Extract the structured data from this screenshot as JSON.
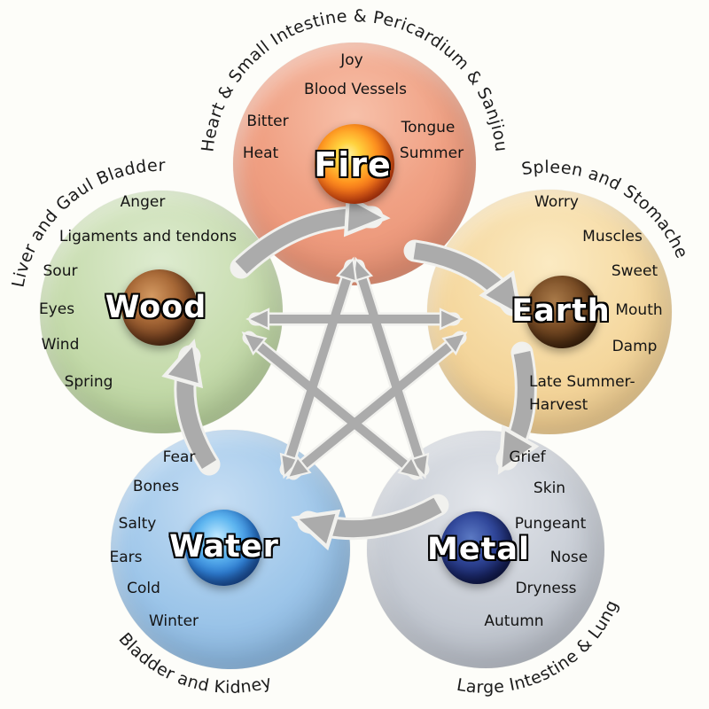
{
  "palette": {
    "fire_circle": "#ee9b80",
    "earth_circle": "#f4d79e",
    "metal_circle": "#c7ccd4",
    "water_circle": "#9cc4e9",
    "wood_circle": "#c5dbab",
    "arrow_gray": "#ababab",
    "text": "#1a1a1a",
    "background": "#fdfdf9"
  },
  "elements": {
    "fire": {
      "name": "Fire",
      "arc_label": "Heart & Small Intestine & Pericardium & Sanjiou",
      "attributes": [
        "Joy",
        "Blood Vessels",
        "Bitter",
        "Tongue",
        "Heat",
        "Summer"
      ]
    },
    "earth": {
      "name": "Earth",
      "arc_label": "Spleen and Stomache",
      "attributes": [
        "Worry",
        "Muscles",
        "Sweet",
        "Mouth",
        "Damp",
        "Late Summer-Harvest"
      ]
    },
    "metal": {
      "name": "Metal",
      "arc_label": "Large Intestine & Lung",
      "attributes": [
        "Grief",
        "Skin",
        "Pungeant",
        "Nose",
        "Dryness",
        "Autumn"
      ]
    },
    "water": {
      "name": "Water",
      "arc_label": "Bladder and Kidney",
      "attributes": [
        "Fear",
        "Bones",
        "Salty",
        "Ears",
        "Cold",
        "Winter"
      ]
    },
    "wood": {
      "name": "Wood",
      "arc_label": "Liver and Gaul Bladder",
      "attributes": [
        "Anger",
        "Ligaments and tendons",
        "Sour",
        "Eyes",
        "Wind",
        "Spring"
      ]
    }
  }
}
